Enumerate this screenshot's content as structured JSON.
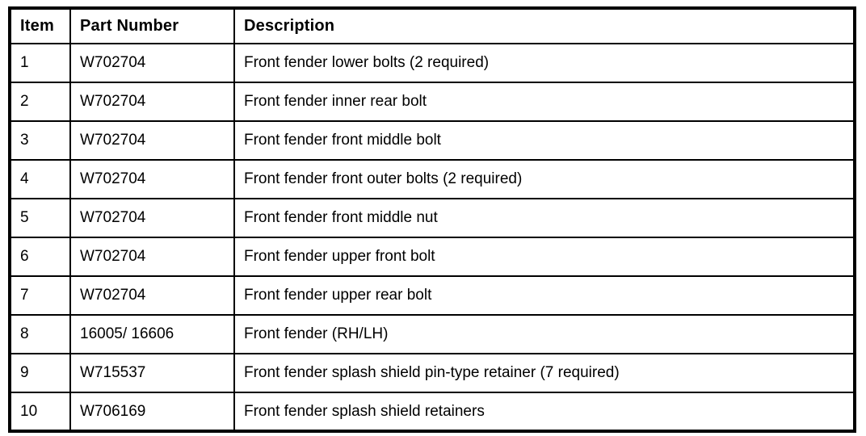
{
  "table": {
    "headers": {
      "item": "Item",
      "part_number": "Part Number",
      "description": "Description"
    },
    "rows": [
      {
        "item": "1",
        "part_number": "W702704",
        "description": "Front fender lower bolts (2 required)"
      },
      {
        "item": "2",
        "part_number": "W702704",
        "description": "Front fender inner rear bolt"
      },
      {
        "item": "3",
        "part_number": "W702704",
        "description": "Front fender front middle bolt"
      },
      {
        "item": "4",
        "part_number": "W702704",
        "description": "Front fender front outer bolts (2 required)"
      },
      {
        "item": "5",
        "part_number": "W702704",
        "description": "Front fender front middle nut"
      },
      {
        "item": "6",
        "part_number": "W702704",
        "description": "Front fender upper front bolt"
      },
      {
        "item": "7",
        "part_number": "W702704",
        "description": "Front fender upper rear bolt"
      },
      {
        "item": "8",
        "part_number": "16005/ 16606",
        "description": "Front fender (RH/LH)"
      },
      {
        "item": "9",
        "part_number": "W715537",
        "description": "Front fender splash shield pin-type retainer (7 required)"
      },
      {
        "item": "10",
        "part_number": "W706169",
        "description": "Front fender splash shield retainers"
      }
    ],
    "colors": {
      "border": "#000000",
      "text": "#000000",
      "background": "#ffffff"
    }
  }
}
